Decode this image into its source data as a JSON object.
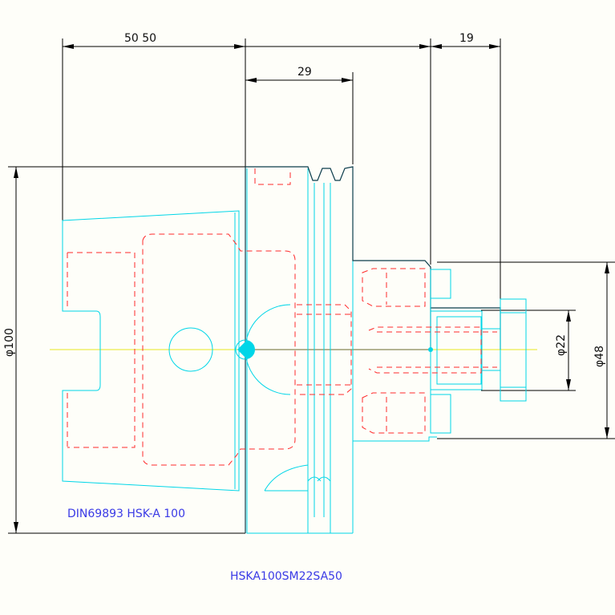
{
  "dimensions": {
    "top_left_length": "50  50",
    "offset_29": "29",
    "offset_19": "19",
    "dia_100": "φ100",
    "dia_22": "φ22",
    "dia_48": "φ48"
  },
  "labels": {
    "standard": "DIN69893 HSK-A 100",
    "part_number": "HSKA100SM22SA50"
  },
  "colors": {
    "background": "#fefef9",
    "outline_cyan": "#00d6e8",
    "hidden_red": "#ff2a2a",
    "dimension_black": "#000000",
    "centerline_yellow": "#e8e81e",
    "label_blue": "#3a3ae6"
  }
}
